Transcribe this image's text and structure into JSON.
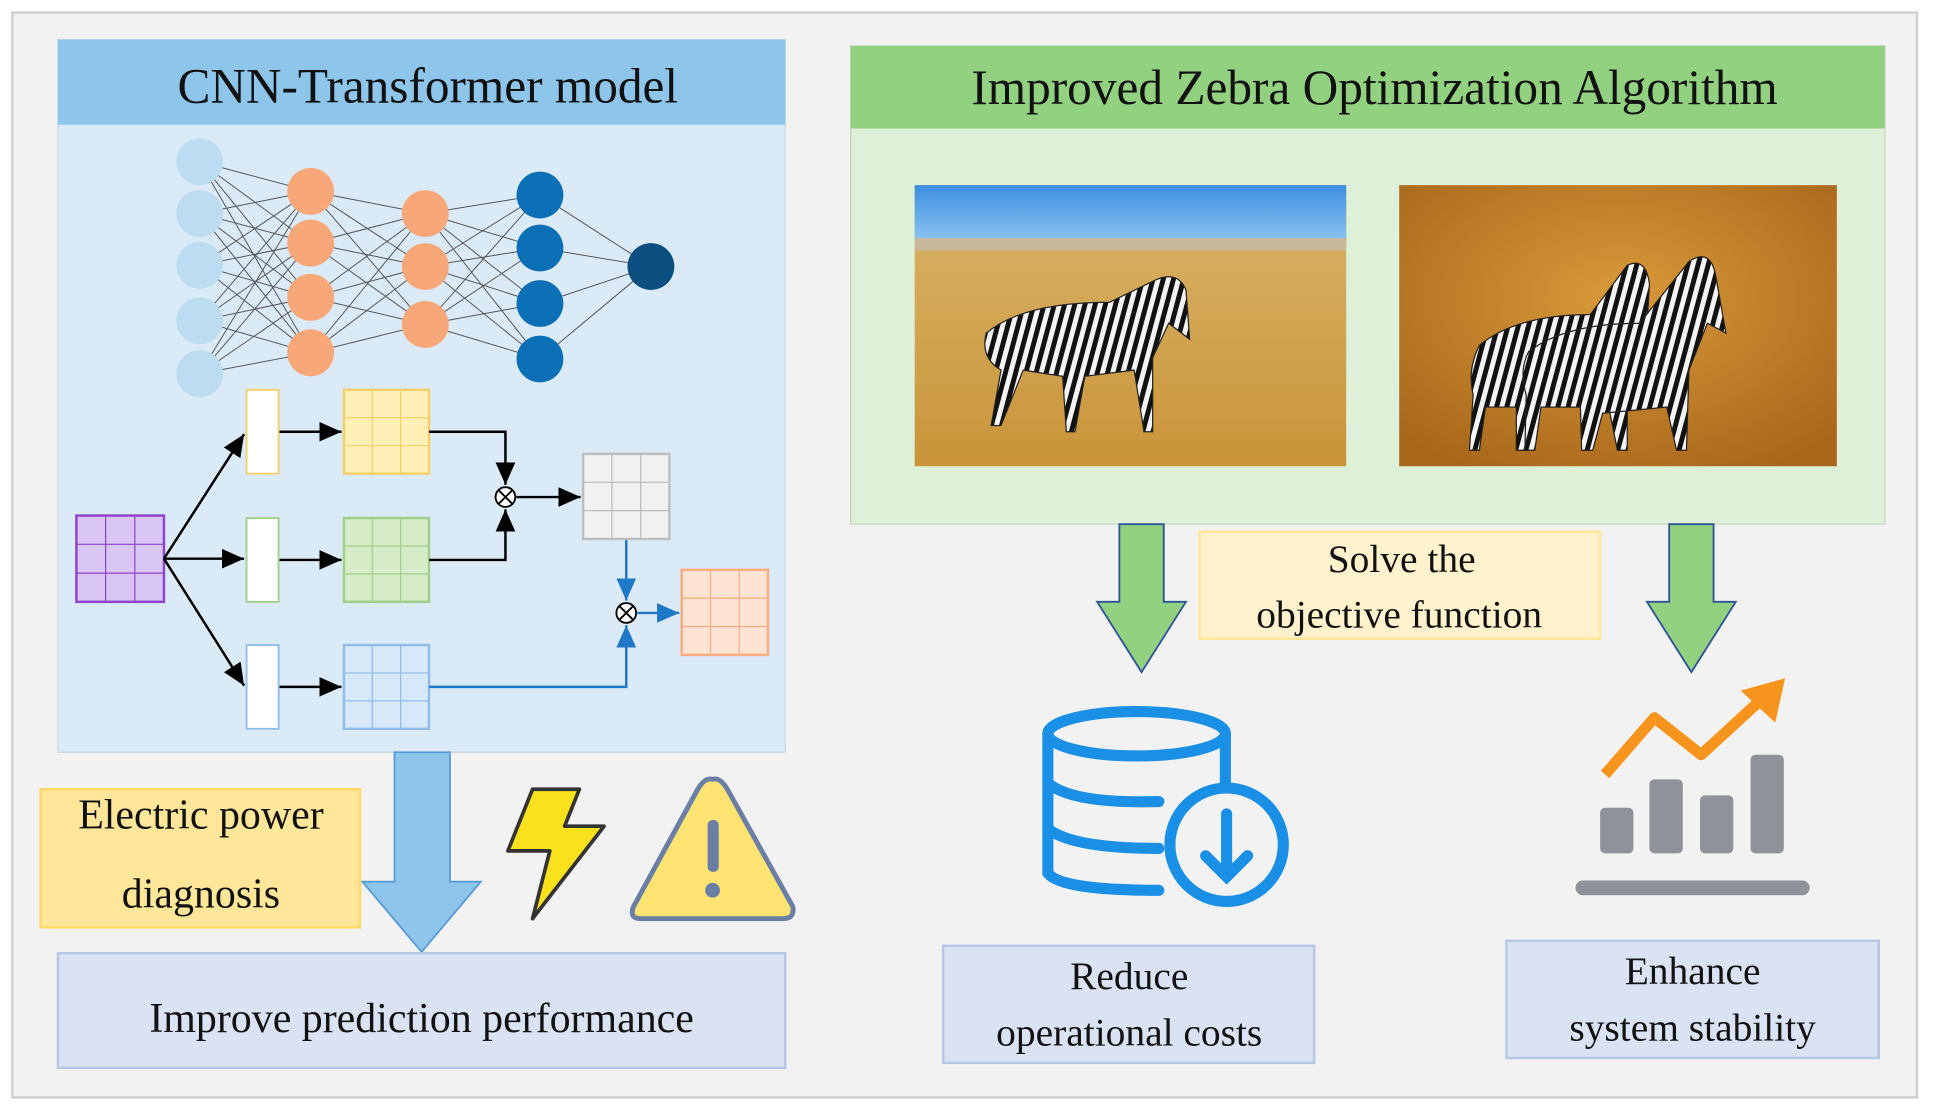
{
  "left_panel": {
    "title": "CNN-Transformer model"
  },
  "right_panel": {
    "title": "Improved Zebra Optimization Algorithm"
  },
  "objective": {
    "line1": "Solve the",
    "line2": "objective function"
  },
  "diagnosis": {
    "line1": "Electric power",
    "line2": "diagnosis"
  },
  "outcomes": {
    "prediction": "Improve prediction performance",
    "costs": {
      "line1": "Reduce",
      "line2": "operational costs"
    },
    "stability": {
      "line1": "Enhance",
      "line2": "system stability"
    }
  },
  "colors": {
    "blue_header": "#8ec5ea",
    "green_header": "#92d17f",
    "blue_body": "#dbeaf7",
    "green_body": "#ddf0d8",
    "box": "#dae3f3",
    "yellow": "#fff2cc"
  }
}
